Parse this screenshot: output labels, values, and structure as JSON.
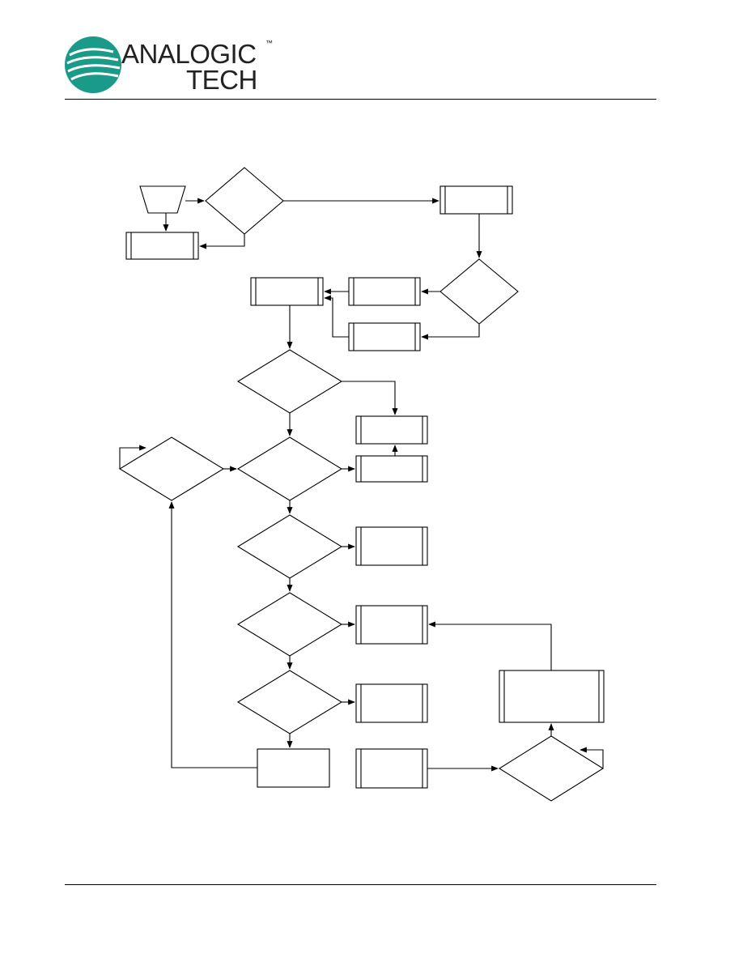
{
  "header": {
    "brand_line1": "ANALOGIC",
    "brand_line2": "TECH",
    "trademark": "™",
    "logo_color": "#1a9a88"
  },
  "diagram": {
    "stroke_color": "#000000",
    "nodes": [
      {
        "id": "start",
        "shape": "trapezoid"
      },
      {
        "id": "dec1",
        "shape": "diamond"
      },
      {
        "id": "proc-left-top",
        "shape": "predefined-process"
      },
      {
        "id": "proc-right-top",
        "shape": "predefined-process"
      },
      {
        "id": "dec2",
        "shape": "diamond"
      },
      {
        "id": "proc-a",
        "shape": "predefined-process"
      },
      {
        "id": "proc-b",
        "shape": "predefined-process"
      },
      {
        "id": "proc-c",
        "shape": "predefined-process"
      },
      {
        "id": "dec3",
        "shape": "diamond"
      },
      {
        "id": "proc-d",
        "shape": "predefined-process"
      },
      {
        "id": "proc-e",
        "shape": "predefined-process"
      },
      {
        "id": "dec4",
        "shape": "diamond"
      },
      {
        "id": "dec-loop-left",
        "shape": "diamond"
      },
      {
        "id": "dec5",
        "shape": "diamond"
      },
      {
        "id": "proc-f",
        "shape": "predefined-process"
      },
      {
        "id": "dec6",
        "shape": "diamond"
      },
      {
        "id": "proc-g",
        "shape": "predefined-process"
      },
      {
        "id": "dec7",
        "shape": "diamond"
      },
      {
        "id": "proc-h",
        "shape": "predefined-process"
      },
      {
        "id": "box-bottom",
        "shape": "rectangle"
      },
      {
        "id": "proc-i",
        "shape": "predefined-process"
      },
      {
        "id": "dec-loop-right",
        "shape": "diamond"
      },
      {
        "id": "proc-large",
        "shape": "predefined-process"
      }
    ]
  }
}
